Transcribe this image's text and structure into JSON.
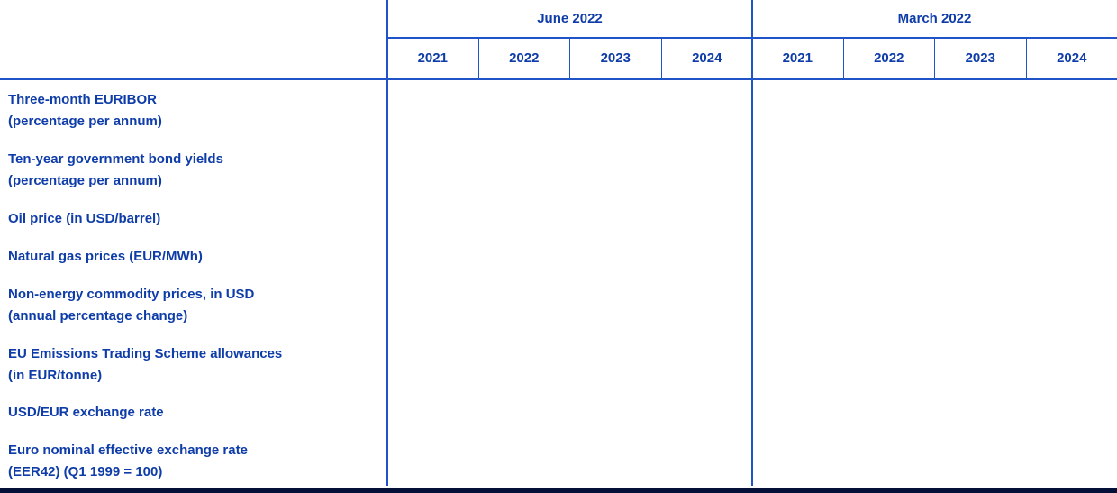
{
  "colors": {
    "text_blue": "#0e3ca8",
    "line_blue": "#2053c8",
    "bottom_bar_navy": "#051038",
    "background": "#ffffff"
  },
  "table": {
    "column_groups": [
      {
        "label": "June 2022",
        "years": [
          "2021",
          "2022",
          "2023",
          "2024"
        ]
      },
      {
        "label": "March 2022",
        "years": [
          "2021",
          "2022",
          "2023",
          "2024"
        ]
      }
    ],
    "rows": [
      {
        "label_line1": "Three-month EURIBOR",
        "label_line2": "(percentage per annum)",
        "values": [
          "",
          "",
          "",
          "",
          "",
          "",
          "",
          ""
        ]
      },
      {
        "label_line1": "Ten-year government bond yields",
        "label_line2": "(percentage per annum)",
        "values": [
          "",
          "",
          "",
          "",
          "",
          "",
          "",
          ""
        ]
      },
      {
        "label_line1": "Oil price (in USD/barrel)",
        "label_line2": "",
        "values": [
          "",
          "",
          "",
          "",
          "",
          "",
          "",
          ""
        ]
      },
      {
        "label_line1": "Natural gas prices (EUR/MWh)",
        "label_line2": "",
        "values": [
          "",
          "",
          "",
          "",
          "",
          "",
          "",
          ""
        ]
      },
      {
        "label_line1": "Non-energy commodity prices, in USD",
        "label_line2": "(annual percentage change)",
        "values": [
          "",
          "",
          "",
          "",
          "",
          "",
          "",
          ""
        ]
      },
      {
        "label_line1": "EU Emissions Trading Scheme allowances",
        "label_line2": "(in EUR/tonne)",
        "values": [
          "",
          "",
          "",
          "",
          "",
          "",
          "",
          ""
        ]
      },
      {
        "label_line1": "USD/EUR exchange rate",
        "label_line2": "",
        "values": [
          "",
          "",
          "",
          "",
          "",
          "",
          "",
          ""
        ]
      },
      {
        "label_line1": "Euro nominal effective exchange rate",
        "label_line2": "(EER42) (Q1 1999 = 100)",
        "values": [
          "",
          "",
          "",
          "",
          "",
          "",
          "",
          ""
        ]
      }
    ]
  }
}
